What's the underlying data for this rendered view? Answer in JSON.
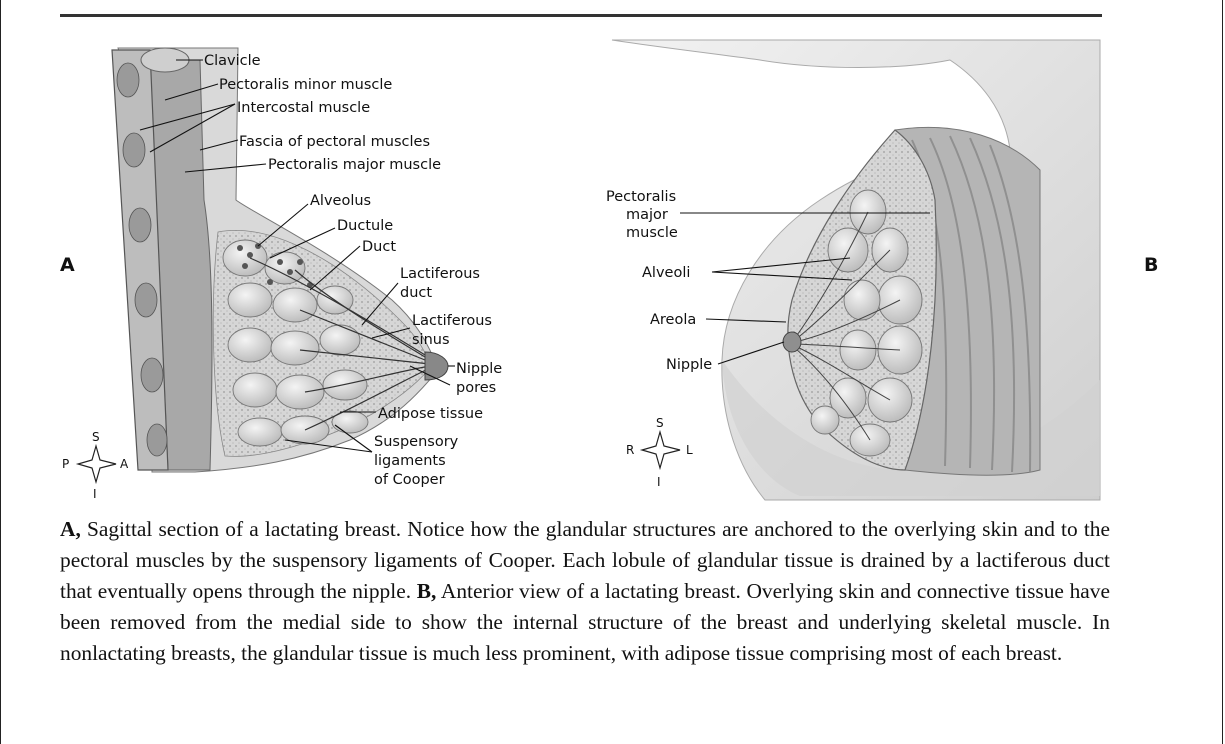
{
  "figure": {
    "panel_a_letter": "A",
    "panel_b_letter": "B",
    "labels_a": {
      "clavicle": "Clavicle",
      "pectoralis_minor": "Pectoralis minor muscle",
      "intercostal": "Intercostal muscle",
      "fascia": "Fascia of pectoral muscles",
      "pectoralis_major": "Pectoralis major muscle",
      "alveolus": "Alveolus",
      "ductule": "Ductule",
      "duct": "Duct",
      "lactiferous_duct": [
        "Lactiferous",
        "duct"
      ],
      "lactiferous_sinus": [
        "Lactiferous",
        "sinus"
      ],
      "nipple_pores": [
        "Nipple",
        "pores"
      ],
      "adipose": "Adipose tissue",
      "suspensory": [
        "Suspensory",
        "ligaments",
        "of Cooper"
      ]
    },
    "labels_b": {
      "pectoralis_major": [
        "Pectoralis",
        "major",
        "muscle"
      ],
      "alveoli": "Alveoli",
      "areola": "Areola",
      "nipple": "Nipple"
    },
    "compass_a": {
      "top": "S",
      "bottom": "I",
      "left": "P",
      "right": "A"
    },
    "compass_b": {
      "top": "S",
      "bottom": "I",
      "left": "R",
      "right": "L"
    }
  },
  "caption": {
    "a_marker": "A,",
    "a_text": " Sagittal section of a lactating breast. Notice how the glandular structures are anchored to the overlying skin and to the pectoral muscles by the suspensory ligaments of Cooper. Each lobule of glandular tissue is drained by a lactiferous duct that eventually opens through the nipple. ",
    "b_marker": "B,",
    "b_text": " Anterior view of a lactating breast. Overlying skin and connective tissue have been removed from the medial side to show the internal structure of the breast and underlying skeletal muscle. In nonlactating breasts, the glandular tissue is much less prominent, with adipose tissue comprising most of each breast."
  }
}
